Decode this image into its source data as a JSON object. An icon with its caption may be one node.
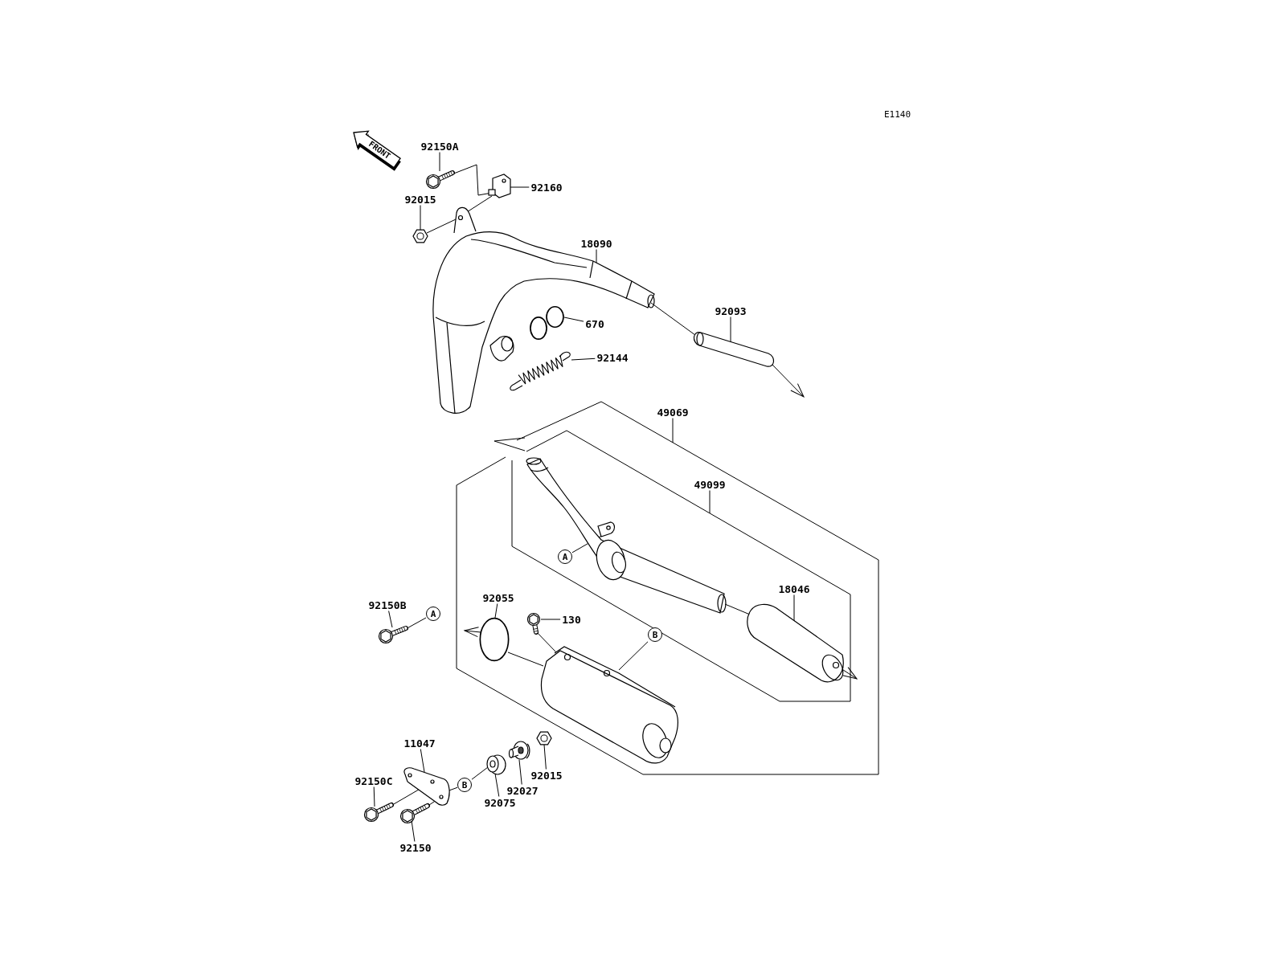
{
  "diagram": {
    "nodes": [
      {
        "text": [
          "92150A"
        ]
      },
      {
        "text": [],
        "shape": "picture"
      },
      {
        "text": [
          "92160"
        ]
      },
      {
        "text": [],
        "shape": "picture"
      },
      {
        "text": [
          "92015"
        ]
      },
      {
        "text": [],
        "shape": "picture"
      },
      {
        "text": [
          "18090"
        ]
      },
      {
        "text": [],
        "shape": "picture"
      },
      {
        "text": [
          "670"
        ]
      },
      {
        "text": [],
        "shape": "circle"
      },
      {
        "text": [],
        "shape": "circle"
      },
      {
        "text": [
          "92144"
        ]
      },
      {
        "text": [],
        "shape": "picture"
      },
      {
        "text": [
          "92093"
        ]
      },
      {
        "text": [],
        "shape": "picture"
      },
      {
        "text": [
          "49069"
        ]
      },
      {
        "text": [
          "49099"
        ]
      },
      {
        "text": [
          "A"
        ]
      },
      {
        "text": [],
        "shape": "picture"
      },
      {
        "text": [
          "18046"
        ]
      },
      {
        "text": [],
        "shape": "picture"
      },
      {
        "text": [
          "92150B"
        ]
      },
      {
        "text": [],
        "shape": "picture"
      },
      {
        "text": [
          "A"
        ]
      },
      {
        "text": [
          "92055"
        ]
      },
      {
        "text": [],
        "shape": "circle"
      },
      {
        "text": [
          "130"
        ]
      },
      {
        "text": [],
        "shape": "picture"
      },
      {
        "text": [
          "B"
        ]
      },
      {
        "text": [],
        "shape": "picture"
      },
      {
        "text": [
          "11047"
        ]
      },
      {
        "text": [],
        "shape": "picture"
      },
      {
        "text": [
          "92150C"
        ]
      },
      {
        "text": [],
        "shape": "picture"
      },
      {
        "text": [
          "92150"
        ]
      },
      {
        "text": [],
        "shape": "picture"
      },
      {
        "text": [
          "B"
        ]
      },
      {
        "text": [
          "92075"
        ]
      },
      {
        "text": [],
        "shape": "picture"
      },
      {
        "text": [
          "92027"
        ]
      },
      {
        "text": [],
        "shape": "picture"
      },
      {
        "text": [
          "92015"
        ]
      },
      {
        "text": [],
        "shape": "picture"
      }
    ],
    "edges": [
      {
        "from": 0,
        "to": 1,
        "arrow": "none"
      },
      {
        "from": 2,
        "to": 3,
        "arrow": "none"
      },
      {
        "from": 4,
        "to": 5,
        "arrow": "none"
      },
      {
        "from": 6,
        "to": 7,
        "arrow": "none"
      },
      {
        "from": 8,
        "to": 9,
        "arrow": "none"
      },
      {
        "from": 11,
        "to": 12,
        "arrow": "none"
      },
      {
        "from": 13,
        "to": 14,
        "arrow": "none"
      },
      {
        "from": 15,
        "to": null,
        "arrow": "none"
      },
      {
        "from": 16,
        "to": null,
        "arrow": "none"
      },
      {
        "from": 17,
        "to": 18,
        "arrow": "none"
      },
      {
        "from": 19,
        "to": 20,
        "arrow": "none"
      },
      {
        "from": 21,
        "to": 22,
        "arrow": "none"
      },
      {
        "from": 24,
        "to": 25,
        "arrow": "none"
      },
      {
        "from": 26,
        "to": 27,
        "arrow": "none"
      },
      {
        "from": 28,
        "to": 29,
        "arrow": "none"
      },
      {
        "from": 30,
        "to": 31,
        "arrow": "none"
      },
      {
        "from": 32,
        "to": 33,
        "arrow": "none"
      },
      {
        "from": 34,
        "to": 35,
        "arrow": "none"
      },
      {
        "from": 37,
        "to": 38,
        "arrow": "none"
      },
      {
        "from": 39,
        "to": 40,
        "arrow": "none"
      },
      {
        "from": 41,
        "to": 42,
        "arrow": "none"
      },
      {
        "from": 1,
        "to": 3,
        "arrow": "none"
      },
      {
        "from": 5,
        "to": 7,
        "arrow": "none"
      },
      {
        "from": 3,
        "to": 7,
        "arrow": "none"
      },
      {
        "from": 7,
        "to": 14,
        "arrow": "none"
      },
      {
        "from": 14,
        "to": null,
        "arrow": "to"
      },
      {
        "from": 18,
        "to": 20,
        "arrow": "none"
      },
      {
        "from": 20,
        "to": null,
        "arrow": "to"
      },
      {
        "from": 22,
        "to": 23,
        "arrow": "none"
      },
      {
        "from": 25,
        "to": null,
        "arrow": "to"
      },
      {
        "from": 25,
        "to": 29,
        "arrow": "none"
      },
      {
        "from": 27,
        "to": 29,
        "arrow": "none"
      },
      {
        "from": 36,
        "to": 38,
        "arrow": "none"
      },
      {
        "from": 31,
        "to": 36,
        "arrow": "none"
      },
      {
        "from": 33,
        "to": 31,
        "arrow": "none"
      },
      {
        "from": 35,
        "to": 31,
        "arrow": "none"
      }
    ],
    "labels": [
      "E1140",
      "FRONT"
    ]
  }
}
